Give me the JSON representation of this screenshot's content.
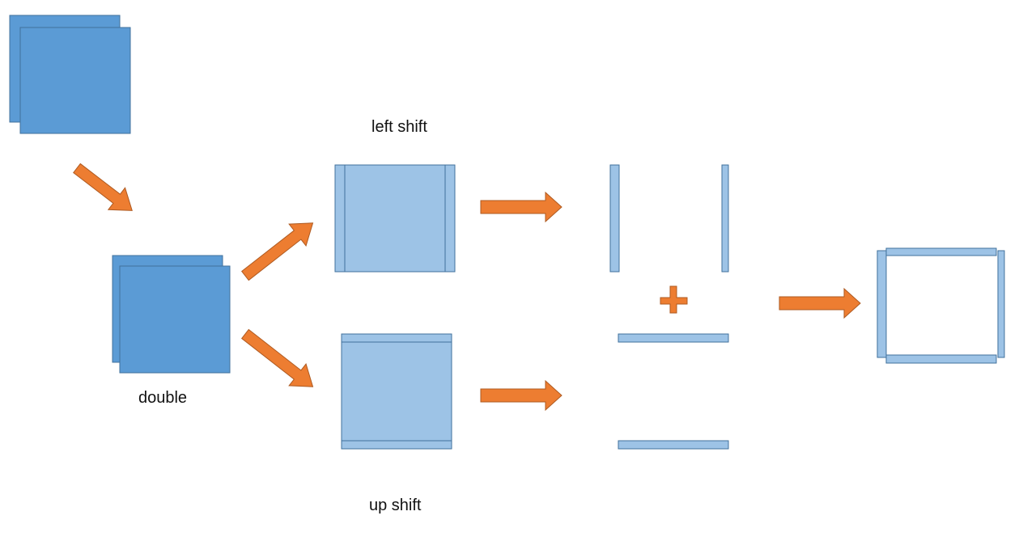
{
  "labels": {
    "left_shift": "left shift",
    "double": "double",
    "up_shift": "up shift",
    "plus": "+"
  },
  "colors": {
    "dark_blue_fill": "#5b9bd5",
    "dark_blue_stroke": "#41719c",
    "light_blue_fill": "#9dc3e6",
    "light_blue_stroke": "#41719c",
    "arrow_fill": "#ed7d31",
    "arrow_stroke": "#ae5a21"
  }
}
